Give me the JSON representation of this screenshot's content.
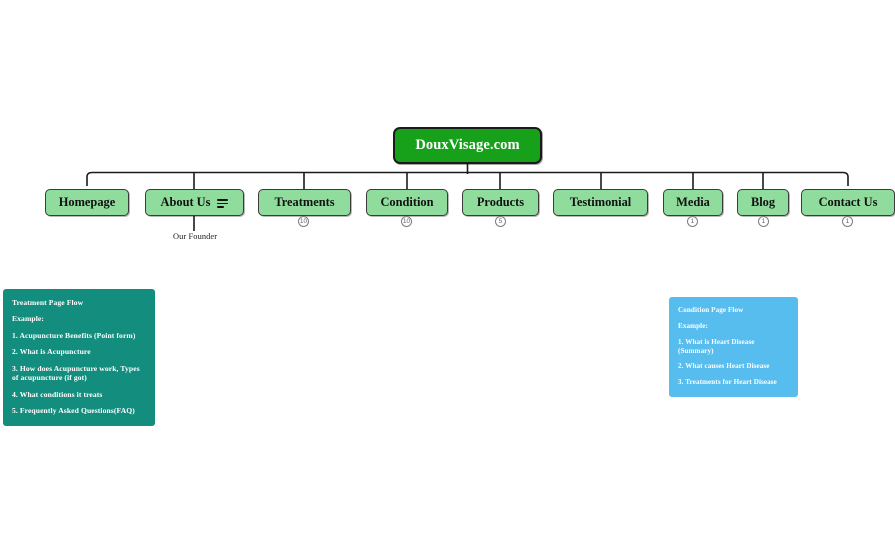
{
  "diagram": {
    "root": {
      "label": "DouxVisage.com",
      "color": "#17A01A"
    },
    "node_color": "#90DC9D",
    "nodes": [
      {
        "label": "Homepage",
        "icon": "",
        "badge": ""
      },
      {
        "label": "About Us",
        "icon": "list-icon",
        "badge": ""
      },
      {
        "label": "Treatments",
        "icon": "",
        "badge": "10"
      },
      {
        "label": "Condition",
        "icon": "",
        "badge": "10"
      },
      {
        "label": "Products",
        "icon": "",
        "badge": "5"
      },
      {
        "label": "Testimonial",
        "icon": "",
        "badge": ""
      },
      {
        "label": "Media",
        "icon": "",
        "badge": "1"
      },
      {
        "label": "Blog",
        "icon": "",
        "badge": "1"
      },
      {
        "label": "Contact Us",
        "icon": "",
        "badge": "1"
      }
    ],
    "leaf": {
      "label": "Our Founder"
    }
  },
  "notes": {
    "treatment": {
      "color": "#138D7E",
      "lines": [
        "Treatment Page Flow",
        "Example:",
        "1. Acupuncture Benefits (Point form)",
        "2. What is Acupuncture",
        "3. How does Acupuncture work, Types of acupuncture (if got)",
        "4. What conditions it treats",
        "5. Frequently Asked Questions(FAQ)"
      ]
    },
    "condition": {
      "color": "#57BDEE",
      "lines": [
        "Condition Page Flow",
        "Example:",
        "1. What is Heart Disease (Summary)",
        "2. What causes Heart Disease",
        "3. Treatments for Heart Disease"
      ]
    }
  }
}
